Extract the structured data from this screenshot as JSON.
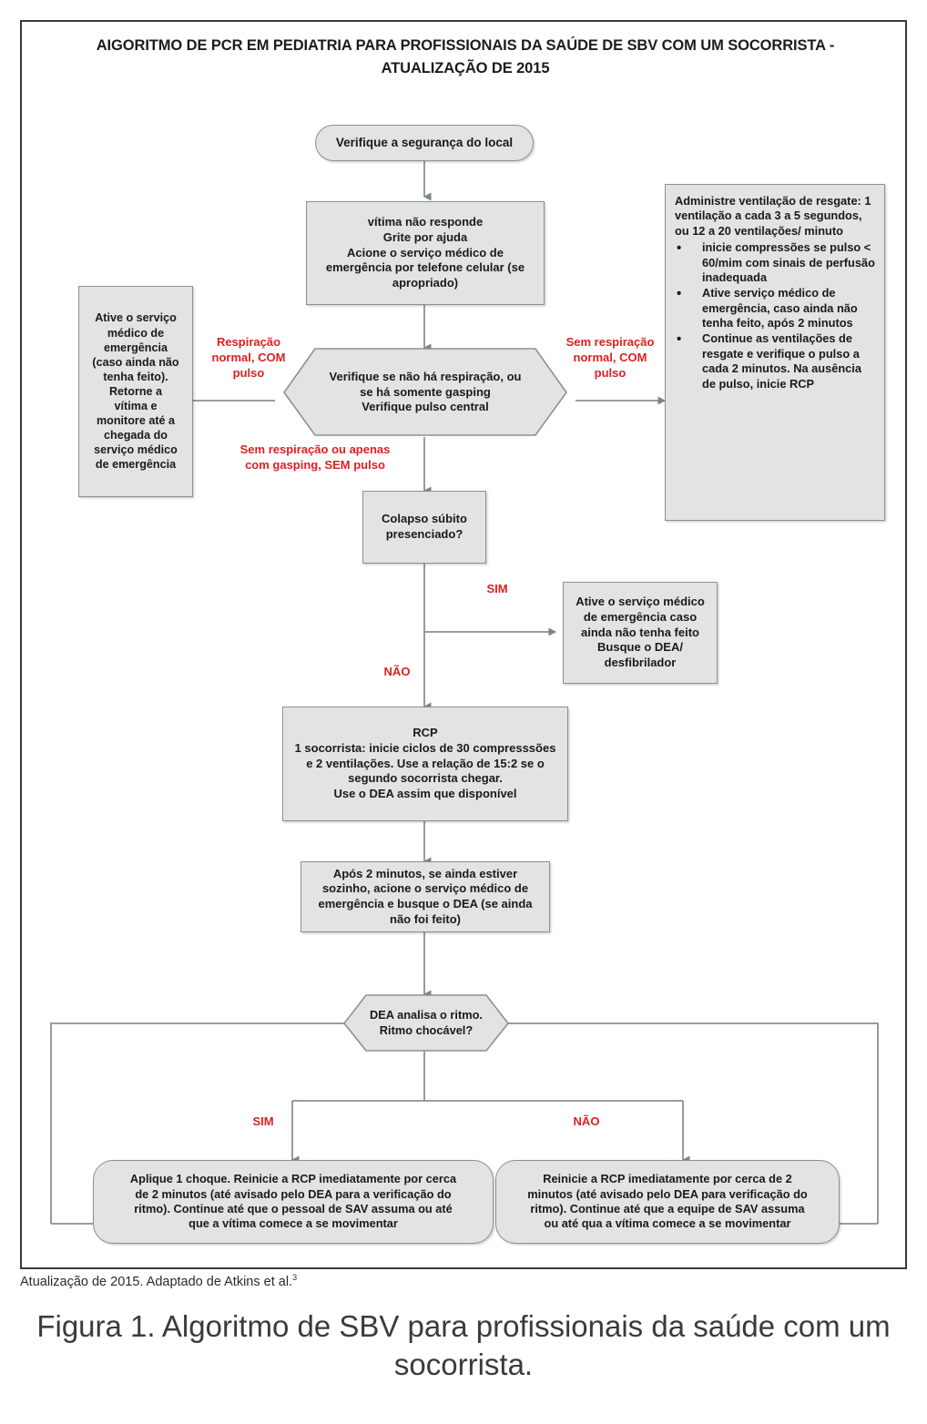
{
  "title": "AIGORITMO DE PCR EM PEDIATRIA PARA PROFISSIONAIS DA SAÚDE DE SBV COM UM SOCORRISTA - ATUALIZAÇÃO DE 2015",
  "colors": {
    "node_fill": "#e3e3e3",
    "node_border": "#8a9191",
    "connector": "#8a9191",
    "decision_red": "#e02020",
    "frame": "#3a3a3a",
    "caption_text": "#3b3b3b"
  },
  "nodes": {
    "start": {
      "label": "Verifique a segurança do local",
      "shape": "rounded"
    },
    "unresponsive": {
      "lines": [
        "vítima não responde",
        "Grite por ajuda",
        "Acione o serviço médico de",
        "emergência por telefone celular (se",
        "apropriado)"
      ]
    },
    "check_breathing": {
      "lines": [
        "Verifique se não há respiração, ou",
        "se há somente gasping",
        "Verifique pulso central"
      ],
      "shape": "hexagon"
    },
    "left_branch": {
      "lines": [
        "Ative o serviço",
        "médico de",
        "emergência",
        "(caso ainda não",
        "tenha feito).",
        "Retorne a",
        "vítima e",
        "monitore até a",
        "chegada do",
        "serviço médico",
        "de emergência"
      ]
    },
    "right_branch": {
      "intro": "Administre ventilação de resgate: 1 ventilação a cada 3 a 5 segundos, ou 12 a 20 ventilações/ minuto",
      "bullets": [
        "inicie compressões se pulso < 60/mim com sinais de perfusão inadequada",
        "Ative serviço médico de emergência, caso ainda não tenha feito, após 2 minutos",
        "Continue as ventilações de resgate e verifique o pulso a cada 2 minutos. Na ausência de pulso, inicie RCP"
      ]
    },
    "sudden_collapse": {
      "lines": [
        "Colapso súbito",
        "presenciado?"
      ]
    },
    "activate_ems": {
      "lines": [
        "Ative o serviço médico",
        "de emergência caso",
        "ainda não tenha feito",
        "Busque o DEA/",
        "desfibrilador"
      ]
    },
    "cpr": {
      "lines": [
        "RCP",
        "1 socorrista: inicie ciclos de 30 compresssões",
        "e 2 ventilações. Use a relação de 15:2 se o",
        "segundo socorrista chegar.",
        "Use o DEA assim que disponível"
      ]
    },
    "after_two_min": {
      "lines": [
        "Após 2 minutos, se ainda estiver",
        "sozinho, acione o serviço médico de",
        "emergência e busque o DEA (se ainda",
        "não foi feito)"
      ]
    },
    "aed_analyze": {
      "lines": [
        "DEA analisa o ritmo.",
        "Ritmo chocável?"
      ],
      "shape": "hexagon"
    },
    "shockable_yes": {
      "lines": [
        "Aplique 1 choque. Reinicie a RCP imediatamente por cerca",
        "de 2 minutos (até avisado pelo DEA para a verificação do",
        "ritmo). Continue até que o pessoal de SAV assuma ou até",
        "que a vítima comece a se movimentar"
      ],
      "shape": "rounded"
    },
    "shockable_no": {
      "lines": [
        "Reinicie a RCP imediatamente por cerca de 2",
        "minutos (até avisado pelo DEA para verificação do",
        "ritmo). Continue até que a equipe de SAV assuma",
        "ou até qua a vítima comece a se movimentar"
      ],
      "shape": "rounded"
    }
  },
  "edge_labels": {
    "breathing_normal_with_pulse": "Respiração\nnormal, COM\npulso",
    "no_normal_breathing_with_pulse": "Sem respiração\nnormal, COM\npulso",
    "no_breathing_no_pulse": "Sem respiração ou apenas\ncom gasping, SEM pulso",
    "collapse_yes": "SIM",
    "collapse_no": "NÃO",
    "aed_yes": "SIM",
    "aed_no": "NÃO"
  },
  "source_note": {
    "text": "Atualização de 2015. Adaptado de Atkins et al.",
    "reference": "3"
  },
  "caption": "Figura 1. Algoritmo de SBV para profissionais da saúde com um socorrista."
}
